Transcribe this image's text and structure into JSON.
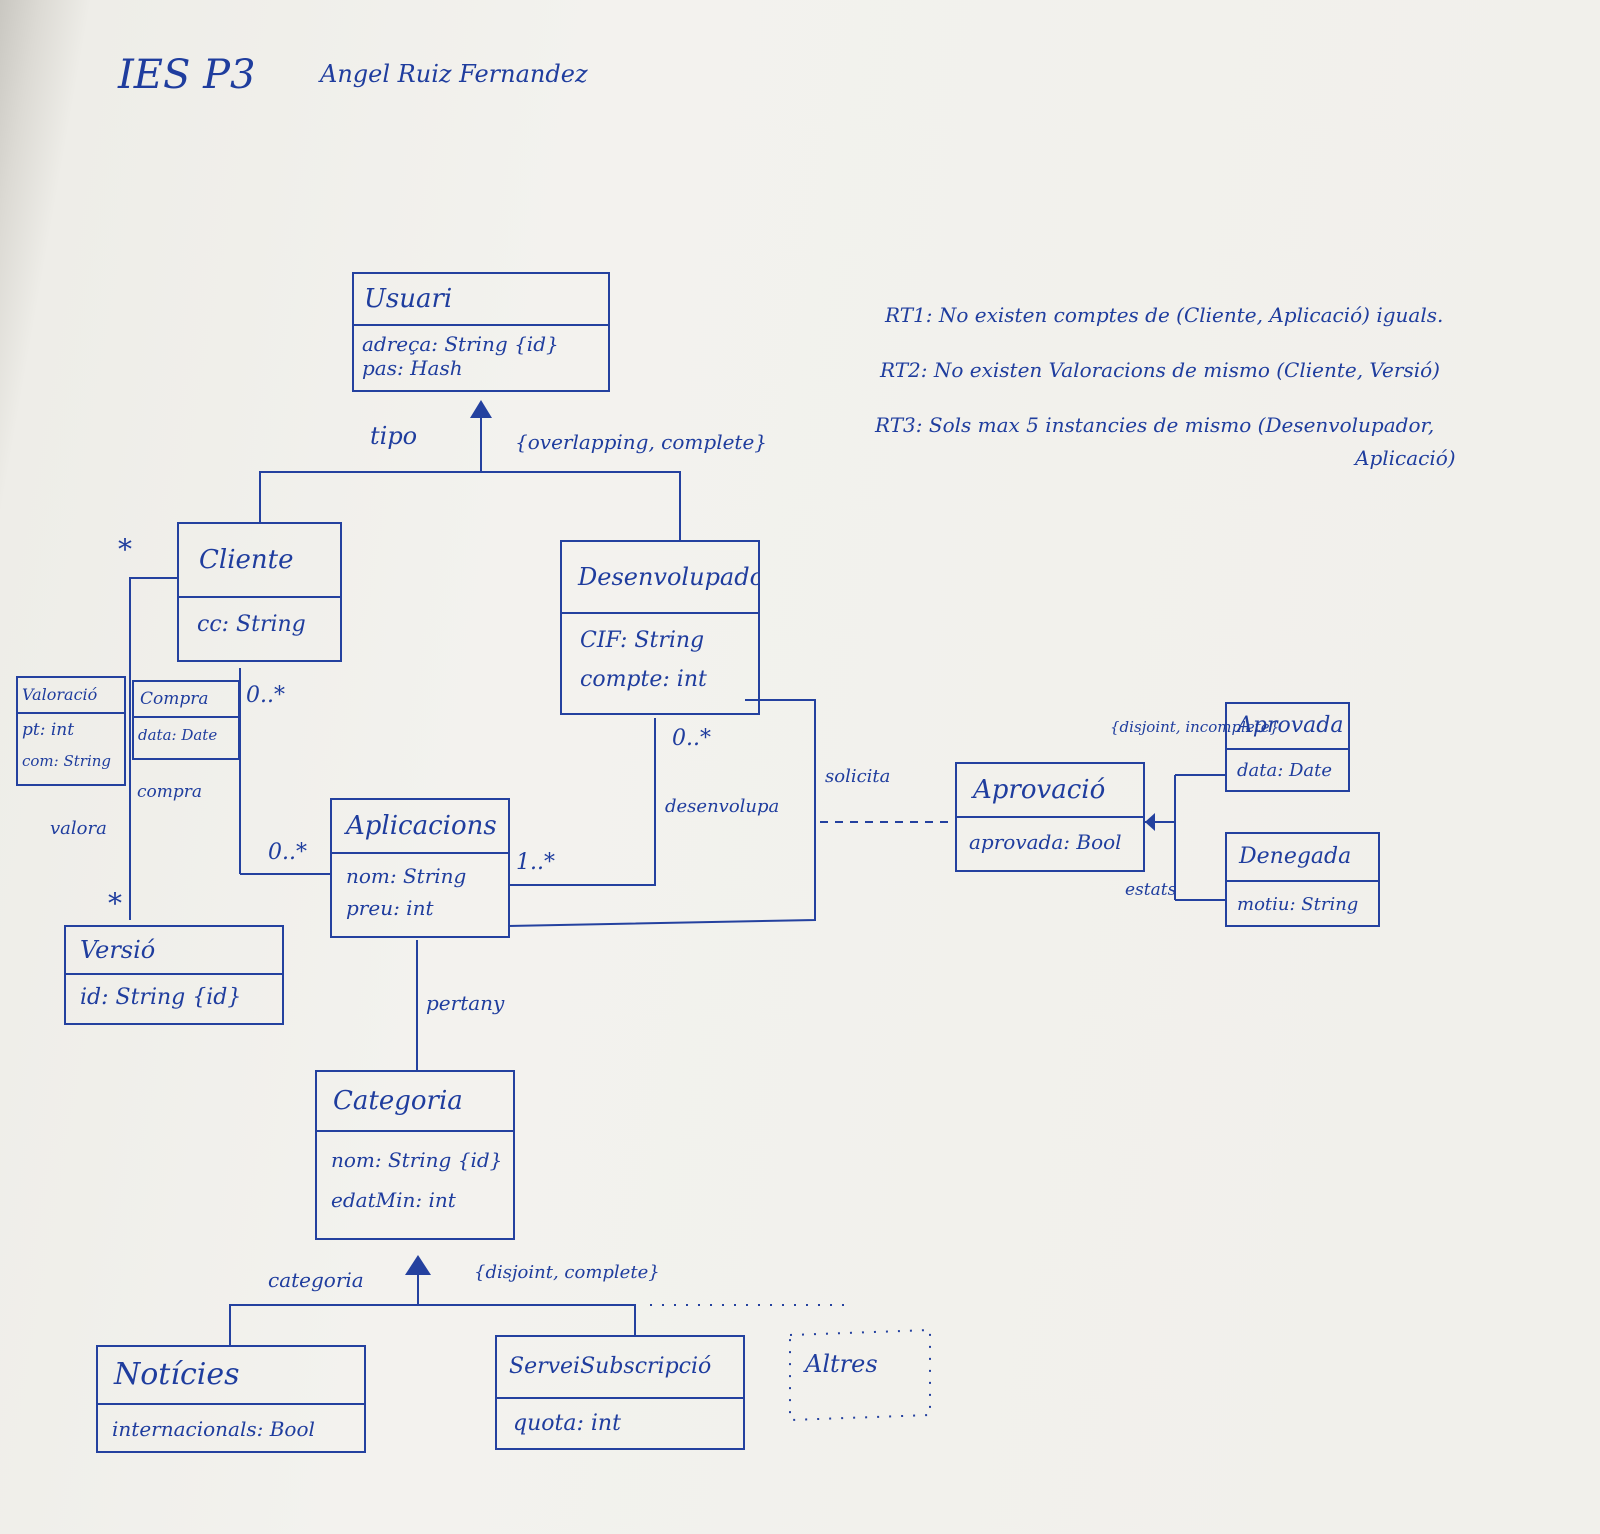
{
  "header": {
    "course": "IES P3",
    "author": "Angel Ruiz Fernandez"
  },
  "restrictions": [
    "RT1: No existen comptes de (Cliente, Aplicació) iguals.",
    "RT2: No existen Valoracions de mismo (Cliente, Versió)",
    "RT3: Sols max 5 instancies de mismo (Desenvolupador,",
    "Aplicació)"
  ],
  "classes": {
    "usuari": {
      "name": "Usuari",
      "attrs": [
        "adreça: String {id}",
        "pas: Hash"
      ]
    },
    "cliente": {
      "name": "Cliente",
      "attrs": [
        "cc: String"
      ]
    },
    "desenvolupador": {
      "name": "Desenvolupador",
      "attrs": [
        "CIF: String",
        "compte: int"
      ]
    },
    "valoracio": {
      "name": "Valoració",
      "attrs": [
        "pt: int",
        "com: String"
      ]
    },
    "compra": {
      "name": "Compra",
      "attrs": [
        "data: Date"
      ]
    },
    "aplicacions": {
      "name": "Aplicacions",
      "attrs": [
        "nom: String",
        "preu: int"
      ]
    },
    "versio": {
      "name": "Versió",
      "attrs": [
        "id: String {id}"
      ]
    },
    "categoria": {
      "name": "Categoria",
      "attrs": [
        "nom: String {id}",
        "edatMin: int"
      ]
    },
    "aprovacio": {
      "name": "Aprovació",
      "attrs": [
        "aprovada: Bool"
      ]
    },
    "aprovada": {
      "name": "Aprovada",
      "attrs": [
        "data: Date"
      ]
    },
    "denegada": {
      "name": "Denegada",
      "attrs": [
        "motiu: String"
      ]
    },
    "noticies": {
      "name": "Notícies",
      "attrs": [
        "internacionals: Bool"
      ]
    },
    "servei": {
      "name": "ServeiSubscripció",
      "attrs": [
        "quota: int"
      ]
    }
  },
  "labels": {
    "tipo": "tipo",
    "overlapping": "{overlapping, complete}",
    "star_cliente": "*",
    "mult_compra_cli": "0..*",
    "mult_compra_app": "0..*",
    "mult_desenv": "0..*",
    "mult_app_desenv": "1..*",
    "star_versio": "*",
    "compra_assoc": "compra",
    "valora_assoc": "valora",
    "desenvolupa": "desenvolupa",
    "solicita": "solicita",
    "pertany": "pertany",
    "disjoint_incomplete": "{disjoint, incomplete}",
    "estats": "estats",
    "categoria_gen": "categoria",
    "disjoint_complete": "{disjoint, complete}",
    "altres": "Altres"
  },
  "colors": {
    "ink": "#1f3d9e",
    "paper": "#f1f0eb"
  }
}
